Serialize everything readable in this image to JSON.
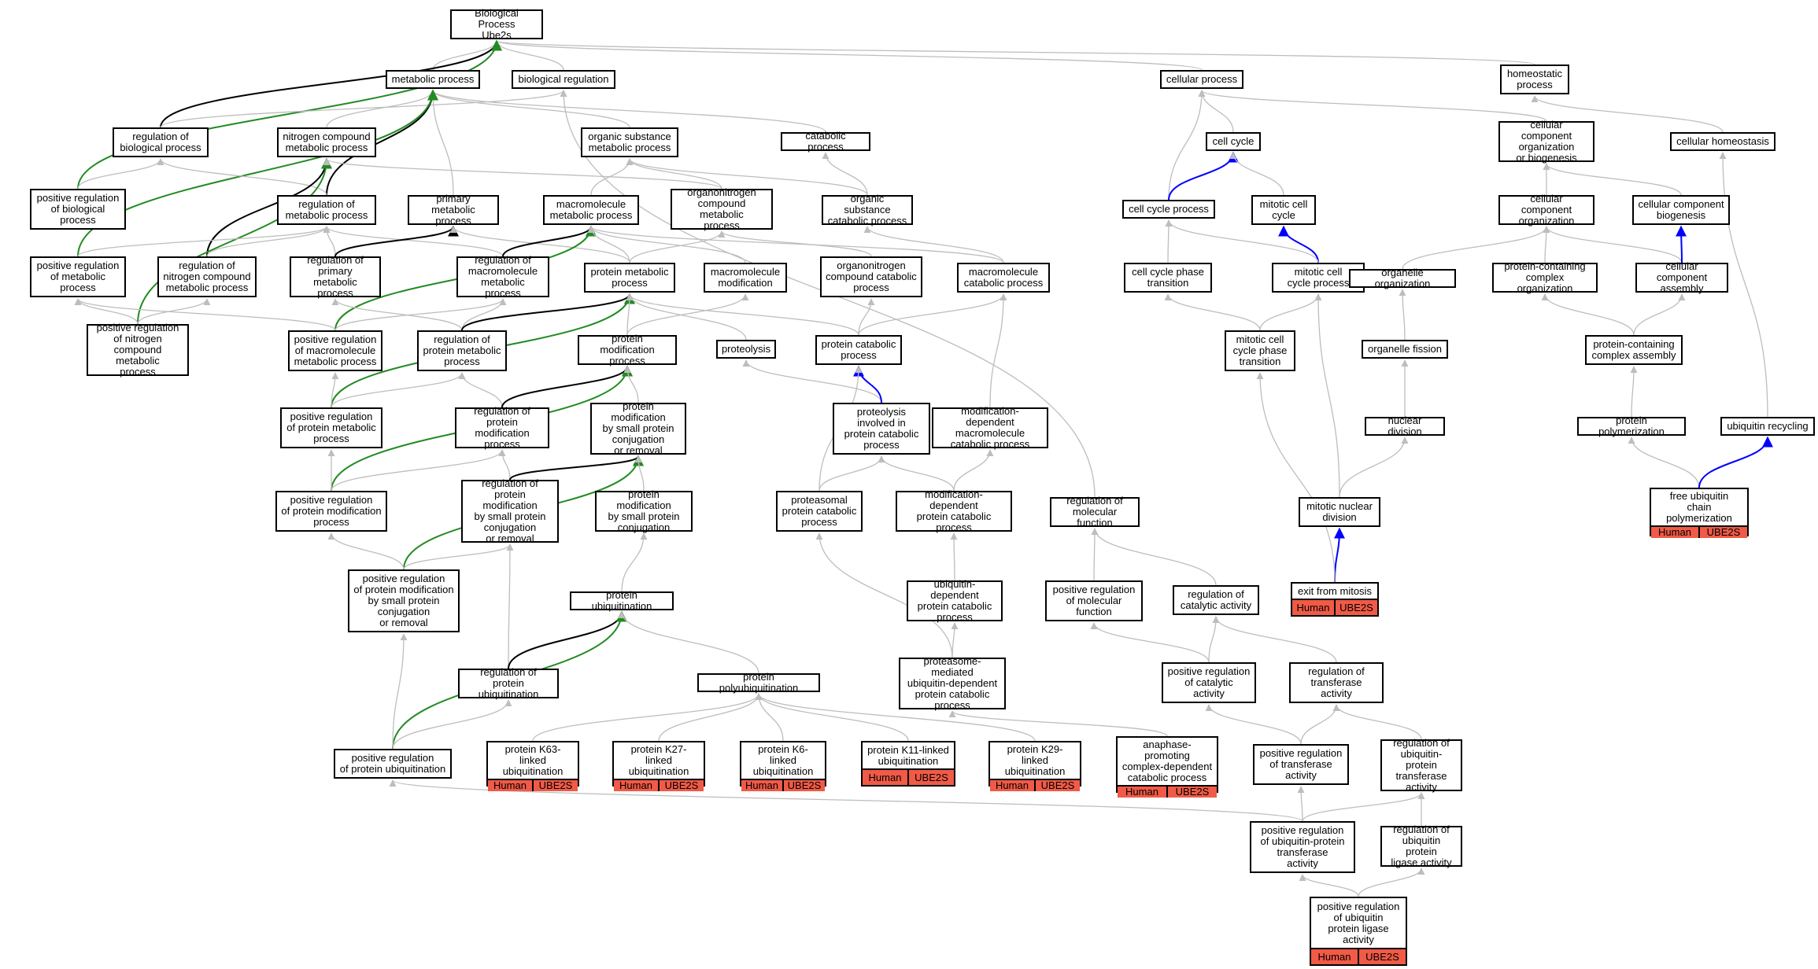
{
  "title": "Biological Process\nUbe2s",
  "colors": {
    "gray": "#bdbdbd",
    "black": "#000000",
    "green": "#228b22",
    "blue": "#0000ff",
    "annotation": "#f05a46"
  },
  "nodes": [
    {
      "id": "root",
      "label": "Biological Process\nUbe2s"
    },
    {
      "id": "metabolic",
      "label": "metabolic process"
    },
    {
      "id": "bioreg",
      "label": "biological regulation"
    },
    {
      "id": "cellproc",
      "label": "cellular process"
    },
    {
      "id": "homeo",
      "label": "homeostatic\nprocess"
    },
    {
      "id": "regbio",
      "label": "regulation of\nbiological process"
    },
    {
      "id": "nitrogen",
      "label": "nitrogen compound\nmetabolic process"
    },
    {
      "id": "organic",
      "label": "organic substance\nmetabolic process"
    },
    {
      "id": "catabolic",
      "label": "catabolic process"
    },
    {
      "id": "cellcycle",
      "label": "cell cycle"
    },
    {
      "id": "ccob",
      "label": "cellular component\norganization\nor biogenesis"
    },
    {
      "id": "cellhomeo",
      "label": "cellular homeostasis"
    },
    {
      "id": "posregbio",
      "label": "positive regulation\nof biological\nprocess"
    },
    {
      "id": "regmet",
      "label": "regulation of\nmetabolic process"
    },
    {
      "id": "primary",
      "label": "primary metabolic\nprocess"
    },
    {
      "id": "macro",
      "label": "macromolecule\nmetabolic process"
    },
    {
      "id": "orgnitro",
      "label": "organonitrogen\ncompound metabolic\nprocess"
    },
    {
      "id": "orgcat",
      "label": "organic substance\ncatabolic process"
    },
    {
      "id": "ccproc",
      "label": "cell cycle process"
    },
    {
      "id": "mitcc",
      "label": "mitotic cell\ncycle"
    },
    {
      "id": "ccorg",
      "label": "cellular component\norganization"
    },
    {
      "id": "ccbio",
      "label": "cellular component\nbiogenesis"
    },
    {
      "id": "posregmet",
      "label": "positive regulation\nof metabolic\nprocess"
    },
    {
      "id": "regnitro",
      "label": "regulation of\nnitrogen compound\nmetabolic process"
    },
    {
      "id": "regprim",
      "label": "regulation of\nprimary metabolic\nprocess"
    },
    {
      "id": "regmacro",
      "label": "regulation of\nmacromolecule\nmetabolic process"
    },
    {
      "id": "protmet",
      "label": "protein metabolic\nprocess"
    },
    {
      "id": "macromod",
      "label": "macromolecule\nmodification"
    },
    {
      "id": "orgnitrocat",
      "label": "organonitrogen\ncompound catabolic\nprocess"
    },
    {
      "id": "macrocat",
      "label": "macromolecule\ncatabolic process"
    },
    {
      "id": "ccphase",
      "label": "cell cycle phase\ntransition"
    },
    {
      "id": "mitccproc",
      "label": "mitotic cell\ncycle process"
    },
    {
      "id": "organelle",
      "label": "organelle organization"
    },
    {
      "id": "protcomplex",
      "label": "protein-containing\ncomplex organization"
    },
    {
      "id": "ccassembly",
      "label": "cellular component\nassembly"
    },
    {
      "id": "posregnitro",
      "label": "positive regulation\nof nitrogen\ncompound metabolic\nprocess"
    },
    {
      "id": "posregmacro",
      "label": "positive regulation\nof macromolecule\nmetabolic process"
    },
    {
      "id": "regprotmet",
      "label": "regulation of\nprotein metabolic\nprocess"
    },
    {
      "id": "protmod",
      "label": "protein modification\nprocess"
    },
    {
      "id": "proteolysis",
      "label": "proteolysis"
    },
    {
      "id": "protcat",
      "label": "protein catabolic\nprocess"
    },
    {
      "id": "mitphase",
      "label": "mitotic cell\ncycle phase\ntransition"
    },
    {
      "id": "fission",
      "label": "organelle fission"
    },
    {
      "id": "pcassembly",
      "label": "protein-containing\ncomplex assembly"
    },
    {
      "id": "posregprotmet",
      "label": "positive regulation\nof protein metabolic\nprocess"
    },
    {
      "id": "regprotmod",
      "label": "regulation of\nprotein modification\nprocess"
    },
    {
      "id": "pmsmall",
      "label": "protein modification\nby small protein\nconjugation\nor removal"
    },
    {
      "id": "protinv",
      "label": "proteolysis\ninvolved in\nprotein catabolic\nprocess"
    },
    {
      "id": "moddepmacro",
      "label": "modification-dependent\nmacromolecule\ncatabolic process"
    },
    {
      "id": "nucdiv",
      "label": "nuclear division"
    },
    {
      "id": "protpoly",
      "label": "protein polymerization"
    },
    {
      "id": "ubrecyc",
      "label": "ubiquitin recycling"
    },
    {
      "id": "posregprotmod",
      "label": "positive regulation\nof protein modification\nprocess"
    },
    {
      "id": "regpmsmall",
      "label": "regulation of\nprotein modification\nby small protein\nconjugation\nor removal"
    },
    {
      "id": "pmsmallconj",
      "label": "protein modification\nby small protein\nconjugation"
    },
    {
      "id": "proteasomal",
      "label": "proteasomal\nprotein catabolic\nprocess"
    },
    {
      "id": "moddepprot",
      "label": "modification-dependent\nprotein catabolic\nprocess"
    },
    {
      "id": "regmolfunc",
      "label": "regulation of\nmolecular function"
    },
    {
      "id": "mitnuc",
      "label": "mitotic nuclear\ndivision"
    },
    {
      "id": "freeub",
      "label": "free ubiquitin\nchain polymerization",
      "tags": [
        "Human",
        "UBE2S"
      ]
    },
    {
      "id": "posregpmsmall",
      "label": "positive regulation\nof protein modification\nby small protein\nconjugation\nor removal"
    },
    {
      "id": "protubiq",
      "label": "protein ubiquitination"
    },
    {
      "id": "ubdep",
      "label": "ubiquitin-dependent\nprotein catabolic\nprocess"
    },
    {
      "id": "posregmolfunc",
      "label": "positive regulation\nof molecular\nfunction"
    },
    {
      "id": "regcatact",
      "label": "regulation of\ncatalytic activity"
    },
    {
      "id": "exitmitosis",
      "label": "exit from mitosis",
      "tags": [
        "Human",
        "UBE2S"
      ]
    },
    {
      "id": "regprotubiq",
      "label": "regulation of\nprotein ubiquitination"
    },
    {
      "id": "polyubiq",
      "label": "protein polyubiquitination"
    },
    {
      "id": "proteasomemed",
      "label": "proteasome-mediated\nubiquitin-dependent\nprotein catabolic\nprocess"
    },
    {
      "id": "posregcatact",
      "label": "positive regulation\nof catalytic\nactivity"
    },
    {
      "id": "regtransf",
      "label": "regulation of\ntransferase\nactivity"
    },
    {
      "id": "posregprotubiq",
      "label": "positive regulation\nof protein ubiquitination"
    },
    {
      "id": "k63",
      "label": "protein K63-linked\nubiquitination",
      "tags": [
        "Human",
        "UBE2S"
      ]
    },
    {
      "id": "k27",
      "label": "protein K27-linked\nubiquitination",
      "tags": [
        "Human",
        "UBE2S"
      ]
    },
    {
      "id": "k6",
      "label": "protein K6-linked\nubiquitination",
      "tags": [
        "Human",
        "UBE2S"
      ]
    },
    {
      "id": "k11",
      "label": "protein K11-linked\nubiquitination",
      "tags": [
        "Human",
        "UBE2S"
      ]
    },
    {
      "id": "k29",
      "label": "protein K29-linked\nubiquitination",
      "tags": [
        "Human",
        "UBE2S"
      ]
    },
    {
      "id": "apc",
      "label": "anaphase-promoting\ncomplex-dependent\ncatabolic process",
      "tags": [
        "Human",
        "UBE2S"
      ]
    },
    {
      "id": "posregtransf",
      "label": "positive regulation\nof transferase\nactivity"
    },
    {
      "id": "regubtransf",
      "label": "regulation of\nubiquitin-protein\ntransferase\nactivity"
    },
    {
      "id": "posregubtransf",
      "label": "positive regulation\nof ubiquitin-protein\ntransferase\nactivity"
    },
    {
      "id": "regubligase",
      "label": "regulation of\nubiquitin protein\nligase activity"
    },
    {
      "id": "posregubligase",
      "label": "positive regulation\nof ubiquitin\nprotein ligase\nactivity",
      "tags": [
        "Human",
        "UBE2S"
      ]
    }
  ],
  "edges": [
    {
      "from": "metabolic",
      "to": "root",
      "color": "gray"
    },
    {
      "from": "bioreg",
      "to": "root",
      "color": "gray"
    },
    {
      "from": "cellproc",
      "to": "root",
      "color": "gray"
    },
    {
      "from": "homeo",
      "to": "root",
      "color": "gray"
    },
    {
      "from": "regbio",
      "to": "root",
      "color": "black"
    },
    {
      "from": "posregbio",
      "to": "root",
      "color": "green"
    },
    {
      "from": "regbio",
      "to": "bioreg",
      "color": "gray"
    },
    {
      "from": "nitrogen",
      "to": "metabolic",
      "color": "gray"
    },
    {
      "from": "organic",
      "to": "metabolic",
      "color": "gray"
    },
    {
      "from": "catabolic",
      "to": "metabolic",
      "color": "gray"
    },
    {
      "from": "primary",
      "to": "metabolic",
      "color": "gray"
    },
    {
      "from": "regmet",
      "to": "metabolic",
      "color": "black"
    },
    {
      "from": "posregmet",
      "to": "metabolic",
      "color": "green"
    },
    {
      "from": "cellcycle",
      "to": "cellproc",
      "color": "gray"
    },
    {
      "from": "ccob",
      "to": "cellproc",
      "color": "gray"
    },
    {
      "from": "ccproc",
      "to": "cellproc",
      "color": "gray"
    },
    {
      "from": "cellhomeo",
      "to": "homeo",
      "color": "gray"
    },
    {
      "from": "posregbio",
      "to": "regbio",
      "color": "gray"
    },
    {
      "from": "regmet",
      "to": "regbio",
      "color": "gray"
    },
    {
      "from": "regnitro",
      "to": "nitrogen",
      "color": "black"
    },
    {
      "from": "posregnitro",
      "to": "nitrogen",
      "color": "green"
    },
    {
      "from": "orgnitro",
      "to": "nitrogen",
      "color": "gray"
    },
    {
      "from": "macro",
      "to": "organic",
      "color": "gray"
    },
    {
      "from": "orgnitro",
      "to": "organic",
      "color": "gray"
    },
    {
      "from": "orgcat",
      "to": "organic",
      "color": "gray"
    },
    {
      "from": "orgcat",
      "to": "catabolic",
      "color": "gray"
    },
    {
      "from": "ccproc",
      "to": "cellcycle",
      "color": "blue"
    },
    {
      "from": "mitcc",
      "to": "cellcycle",
      "color": "gray"
    },
    {
      "from": "ccorg",
      "to": "ccob",
      "color": "gray"
    },
    {
      "from": "ccbio",
      "to": "ccob",
      "color": "gray"
    },
    {
      "from": "posregmet",
      "to": "regmet",
      "color": "gray"
    },
    {
      "from": "regnitro",
      "to": "regmet",
      "color": "gray"
    },
    {
      "from": "regprim",
      "to": "regmet",
      "color": "gray"
    },
    {
      "from": "regmacro",
      "to": "regmet",
      "color": "gray"
    },
    {
      "from": "regprim",
      "to": "primary",
      "color": "black"
    },
    {
      "from": "protmet",
      "to": "primary",
      "color": "gray"
    },
    {
      "from": "regmacro",
      "to": "macro",
      "color": "black"
    },
    {
      "from": "posregmacro",
      "to": "macro",
      "color": "green"
    },
    {
      "from": "protmet",
      "to": "macro",
      "color": "gray"
    },
    {
      "from": "macromod",
      "to": "macro",
      "color": "gray"
    },
    {
      "from": "macrocat",
      "to": "macro",
      "color": "gray"
    },
    {
      "from": "protmet",
      "to": "orgnitro",
      "color": "gray"
    },
    {
      "from": "orgnitrocat",
      "to": "orgnitro",
      "color": "gray"
    },
    {
      "from": "macrocat",
      "to": "orgcat",
      "color": "gray"
    },
    {
      "from": "mitccproc",
      "to": "mitcc",
      "color": "blue"
    },
    {
      "from": "ccphase",
      "to": "ccproc",
      "color": "gray"
    },
    {
      "from": "mitccproc",
      "to": "ccproc",
      "color": "gray"
    },
    {
      "from": "organelle",
      "to": "ccorg",
      "color": "gray"
    },
    {
      "from": "protcomplex",
      "to": "ccorg",
      "color": "gray"
    },
    {
      "from": "ccassembly",
      "to": "ccorg",
      "color": "gray"
    },
    {
      "from": "ccassembly",
      "to": "ccbio",
      "color": "blue"
    },
    {
      "from": "posregnitro",
      "to": "posregmet",
      "color": "gray"
    },
    {
      "from": "posregmacro",
      "to": "posregmet",
      "color": "gray"
    },
    {
      "from": "posregnitro",
      "to": "regnitro",
      "color": "gray"
    },
    {
      "from": "regprotmet",
      "to": "regprim",
      "color": "gray"
    },
    {
      "from": "posregmacro",
      "to": "regmacro",
      "color": "gray"
    },
    {
      "from": "regprotmet",
      "to": "regmacro",
      "color": "gray"
    },
    {
      "from": "regprotmet",
      "to": "protmet",
      "color": "black"
    },
    {
      "from": "posregprotmet",
      "to": "protmet",
      "color": "green"
    },
    {
      "from": "protmod",
      "to": "protmet",
      "color": "gray"
    },
    {
      "from": "proteolysis",
      "to": "protmet",
      "color": "gray"
    },
    {
      "from": "protcat",
      "to": "protmet",
      "color": "gray"
    },
    {
      "from": "protmod",
      "to": "macromod",
      "color": "gray"
    },
    {
      "from": "protcat",
      "to": "orgnitrocat",
      "color": "gray"
    },
    {
      "from": "protcat",
      "to": "macrocat",
      "color": "gray"
    },
    {
      "from": "moddepmacro",
      "to": "macrocat",
      "color": "gray"
    },
    {
      "from": "mitphase",
      "to": "ccphase",
      "color": "gray"
    },
    {
      "from": "mitphase",
      "to": "mitccproc",
      "color": "gray"
    },
    {
      "from": "mitnuc",
      "to": "mitccproc",
      "color": "gray"
    },
    {
      "from": "fission",
      "to": "organelle",
      "color": "gray"
    },
    {
      "from": "pcassembly",
      "to": "protcomplex",
      "color": "gray"
    },
    {
      "from": "pcassembly",
      "to": "ccassembly",
      "color": "gray"
    },
    {
      "from": "posregprotmet",
      "to": "posregmacro",
      "color": "gray"
    },
    {
      "from": "posregprotmet",
      "to": "regprotmet",
      "color": "gray"
    },
    {
      "from": "regprotmod",
      "to": "regprotmet",
      "color": "gray"
    },
    {
      "from": "regprotmod",
      "to": "protmod",
      "color": "black"
    },
    {
      "from": "posregprotmod",
      "to": "protmod",
      "color": "green"
    },
    {
      "from": "pmsmall",
      "to": "protmod",
      "color": "gray"
    },
    {
      "from": "protinv",
      "to": "proteolysis",
      "color": "gray"
    },
    {
      "from": "protinv",
      "to": "protcat",
      "color": "blue"
    },
    {
      "from": "proteasomal",
      "to": "protcat",
      "color": "gray"
    },
    {
      "from": "nucdiv",
      "to": "fission",
      "color": "gray"
    },
    {
      "from": "protpoly",
      "to": "pcassembly",
      "color": "gray"
    },
    {
      "from": "posregprotmod",
      "to": "posregprotmet",
      "color": "gray"
    },
    {
      "from": "posregprotmod",
      "to": "regprotmod",
      "color": "gray"
    },
    {
      "from": "regpmsmall",
      "to": "regprotmod",
      "color": "gray"
    },
    {
      "from": "regpmsmall",
      "to": "pmsmall",
      "color": "black"
    },
    {
      "from": "posregpmsmall",
      "to": "pmsmall",
      "color": "green"
    },
    {
      "from": "pmsmallconj",
      "to": "pmsmall",
      "color": "gray"
    },
    {
      "from": "proteasomal",
      "to": "protinv",
      "color": "gray"
    },
    {
      "from": "moddepprot",
      "to": "protinv",
      "color": "gray"
    },
    {
      "from": "moddepprot",
      "to": "moddepmacro",
      "color": "gray"
    },
    {
      "from": "mitnuc",
      "to": "nucdiv",
      "color": "gray"
    },
    {
      "from": "freeub",
      "to": "protpoly",
      "color": "gray"
    },
    {
      "from": "freeub",
      "to": "ubrecyc",
      "color": "blue"
    },
    {
      "from": "ubrecyc",
      "to": "cellhomeo",
      "color": "gray"
    },
    {
      "from": "posregpmsmall",
      "to": "posregprotmod",
      "color": "gray"
    },
    {
      "from": "posregpmsmall",
      "to": "regpmsmall",
      "color": "gray"
    },
    {
      "from": "regprotubiq",
      "to": "regpmsmall",
      "color": "gray"
    },
    {
      "from": "protubiq",
      "to": "pmsmallconj",
      "color": "gray"
    },
    {
      "from": "proteasomemed",
      "to": "proteasomal",
      "color": "gray"
    },
    {
      "from": "ubdep",
      "to": "moddepprot",
      "color": "gray"
    },
    {
      "from": "regmolfunc",
      "to": "bioreg",
      "color": "gray"
    },
    {
      "from": "posregmolfunc",
      "to": "regmolfunc",
      "color": "gray"
    },
    {
      "from": "regcatact",
      "to": "regmolfunc",
      "color": "gray"
    },
    {
      "from": "exitmitosis",
      "to": "mitnuc",
      "color": "blue"
    },
    {
      "from": "exitmitosis",
      "to": "mitphase",
      "color": "gray"
    },
    {
      "from": "regprotubiq",
      "to": "protubiq",
      "color": "black"
    },
    {
      "from": "posregprotubiq",
      "to": "protubiq",
      "color": "green"
    },
    {
      "from": "polyubiq",
      "to": "protubiq",
      "color": "gray"
    },
    {
      "from": "proteasomemed",
      "to": "ubdep",
      "color": "gray"
    },
    {
      "from": "posregcatact",
      "to": "posregmolfunc",
      "color": "gray"
    },
    {
      "from": "posregcatact",
      "to": "regcatact",
      "color": "gray"
    },
    {
      "from": "regtransf",
      "to": "regcatact",
      "color": "gray"
    },
    {
      "from": "posregprotubiq",
      "to": "posregpmsmall",
      "color": "gray"
    },
    {
      "from": "posregprotubiq",
      "to": "regprotubiq",
      "color": "gray"
    },
    {
      "from": "k63",
      "to": "polyubiq",
      "color": "gray"
    },
    {
      "from": "k27",
      "to": "polyubiq",
      "color": "gray"
    },
    {
      "from": "k6",
      "to": "polyubiq",
      "color": "gray"
    },
    {
      "from": "k11",
      "to": "polyubiq",
      "color": "gray"
    },
    {
      "from": "k29",
      "to": "polyubiq",
      "color": "gray"
    },
    {
      "from": "apc",
      "to": "proteasomemed",
      "color": "gray"
    },
    {
      "from": "posregtransf",
      "to": "posregcatact",
      "color": "gray"
    },
    {
      "from": "posregtransf",
      "to": "regtransf",
      "color": "gray"
    },
    {
      "from": "regubtransf",
      "to": "regtransf",
      "color": "gray"
    },
    {
      "from": "posregubtransf",
      "to": "posregtransf",
      "color": "gray"
    },
    {
      "from": "posregubtransf",
      "to": "regubtransf",
      "color": "gray"
    },
    {
      "from": "posregubtransf",
      "to": "posregprotubiq",
      "color": "gray"
    },
    {
      "from": "regubligase",
      "to": "regubtransf",
      "color": "gray"
    },
    {
      "from": "posregubligase",
      "to": "posregubtransf",
      "color": "gray"
    },
    {
      "from": "posregubligase",
      "to": "regubligase",
      "color": "gray"
    }
  ]
}
